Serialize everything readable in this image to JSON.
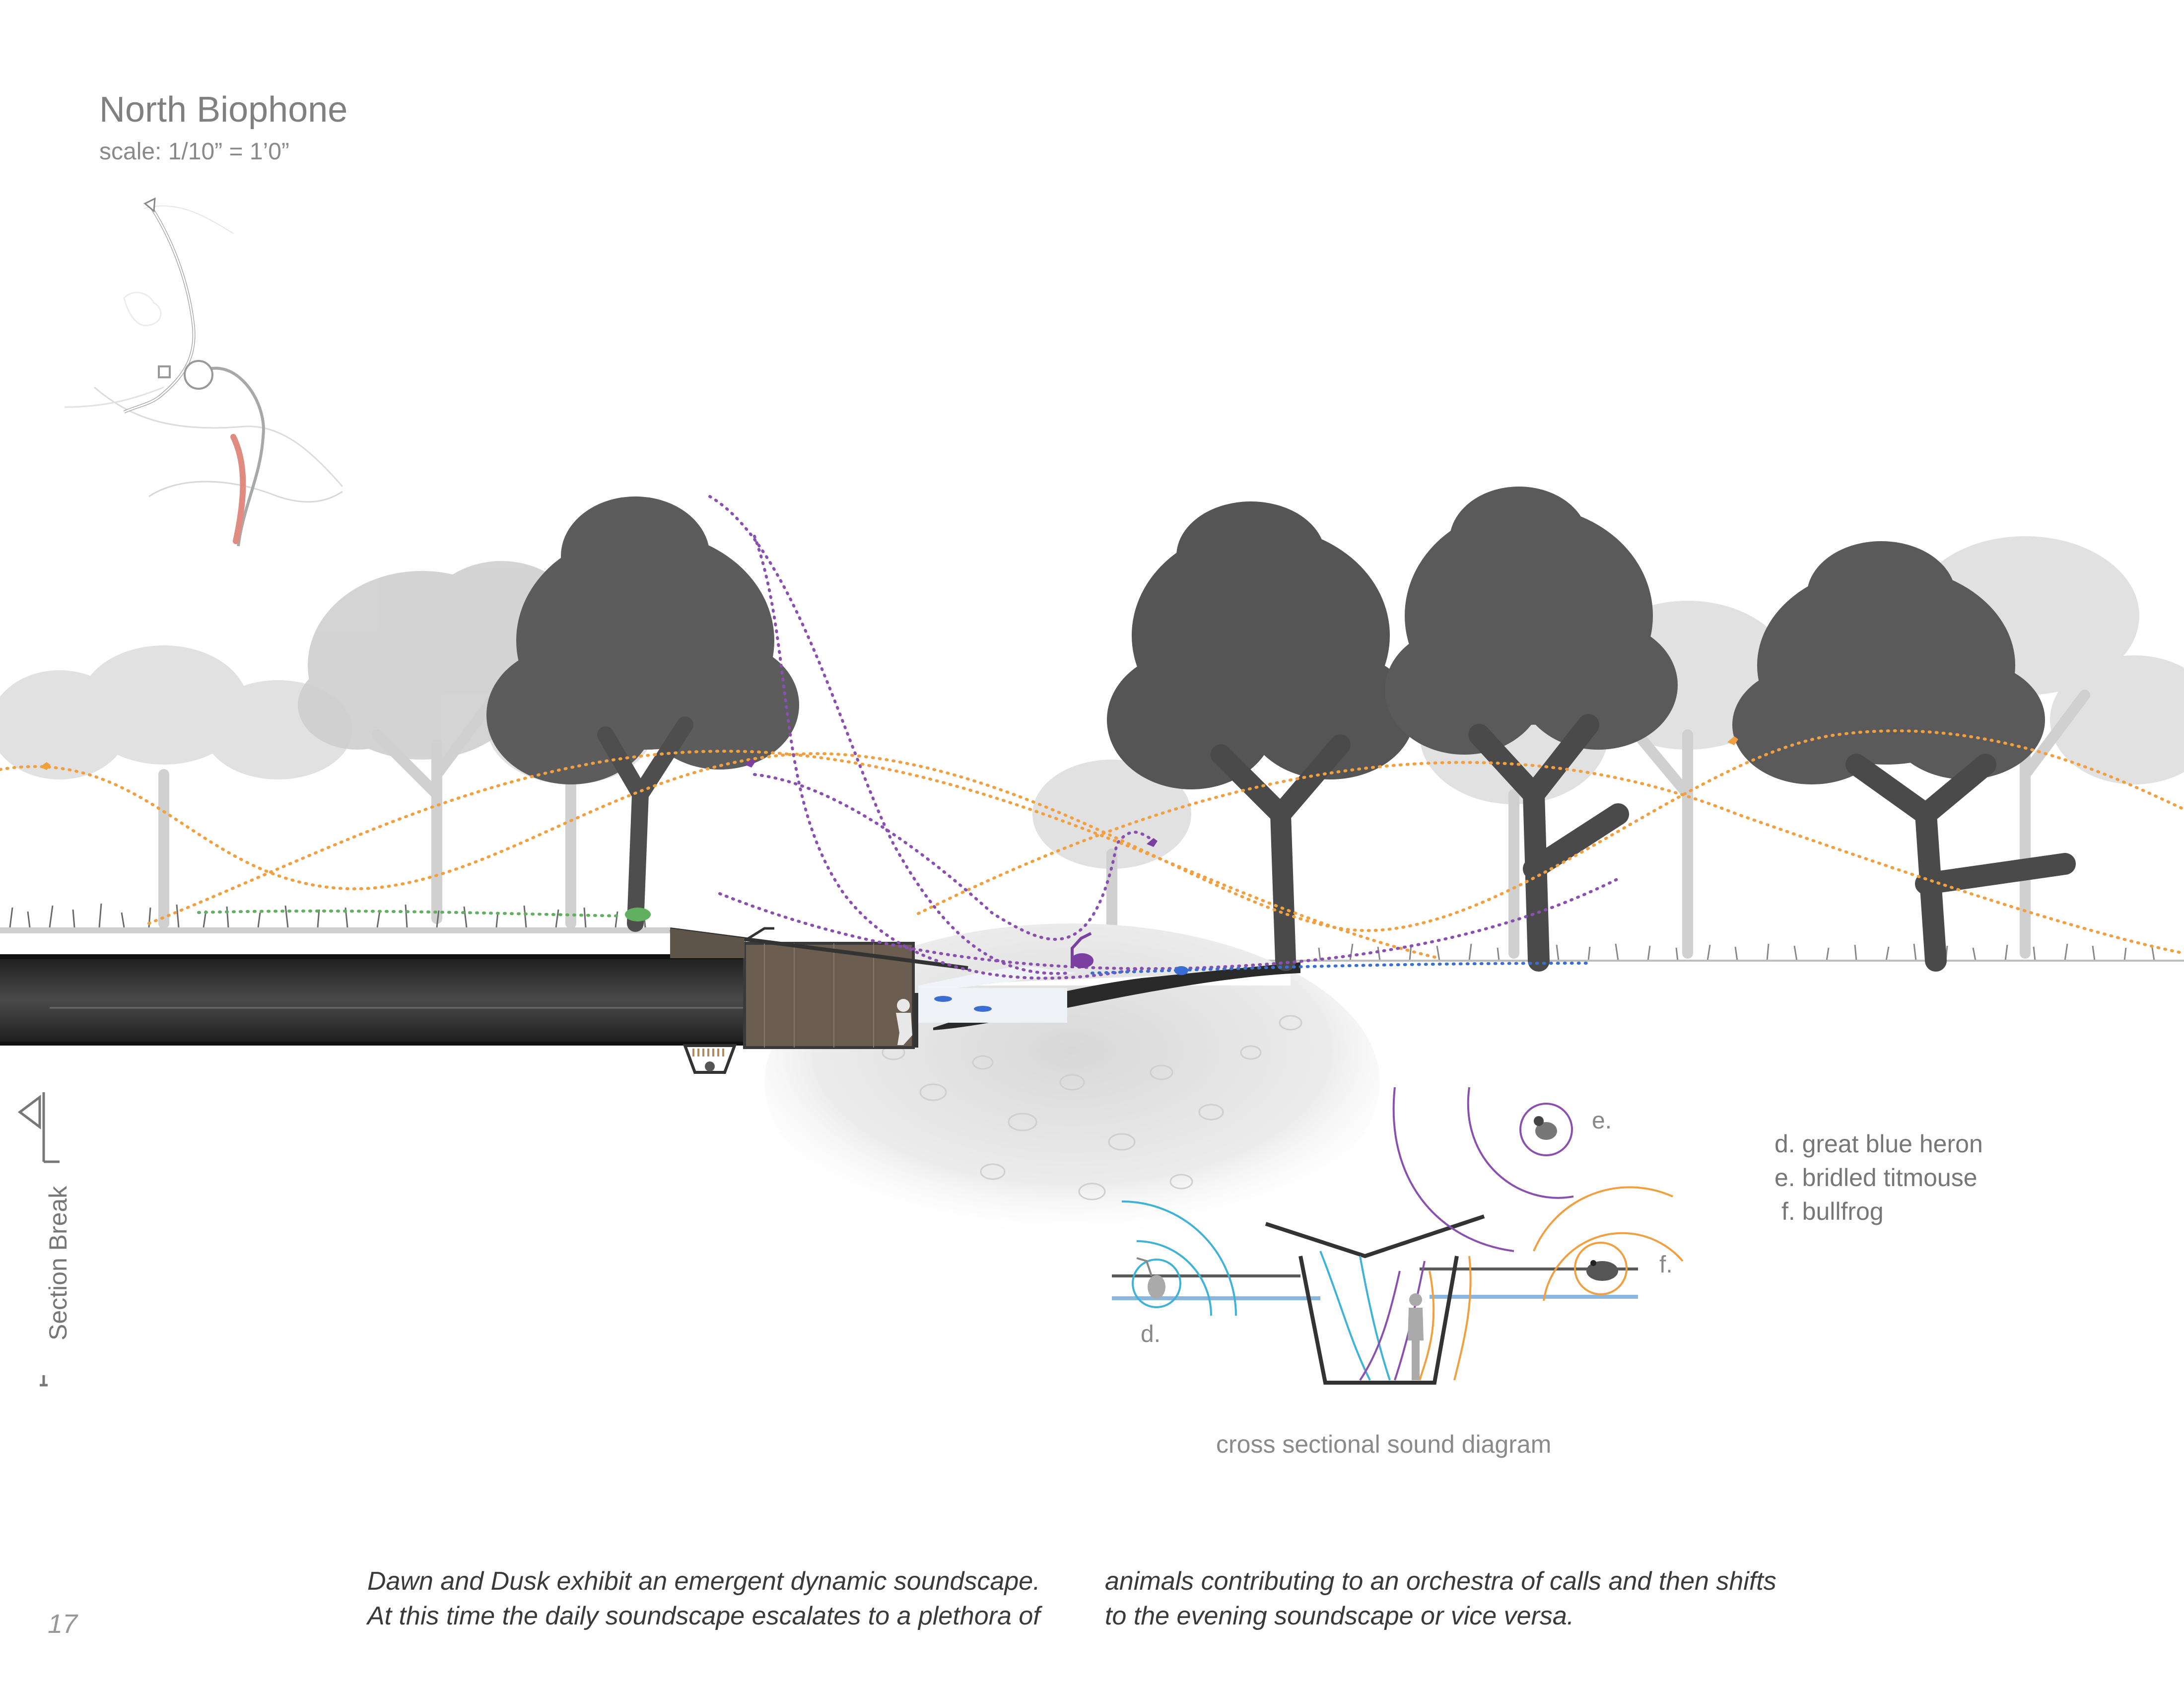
{
  "title": "North Biophone",
  "scale": "scale: 1/10” = 1’0”",
  "section_break": "Section Break",
  "legend": [
    "d. great blue heron",
    "e. bridled titmouse",
    "f. bullfrog"
  ],
  "diagram_labels": {
    "d": "d.",
    "e": "e.",
    "f": "f."
  },
  "caption": "cross sectional sound diagram",
  "page_number": "17",
  "paragraph_left": [
    "Dawn and Dusk exhibit an emergent dynamic soundscape.",
    "At this time the daily soundscape escalates to a plethora of"
  ],
  "paragraph_right": [
    "animals contributing to an orchestra of calls and then shifts",
    "to the evening soundscape or vice versa."
  ],
  "colors": {
    "bird_orange": "#f0a040",
    "bird_purple": "#7a3fa0",
    "heron_cyan": "#3fb2d8",
    "water_blue": "#8ab7e0",
    "tree_dark": "#5a5a5a",
    "tree_light": "#d2d2d2",
    "path_red": "#e08a80"
  }
}
